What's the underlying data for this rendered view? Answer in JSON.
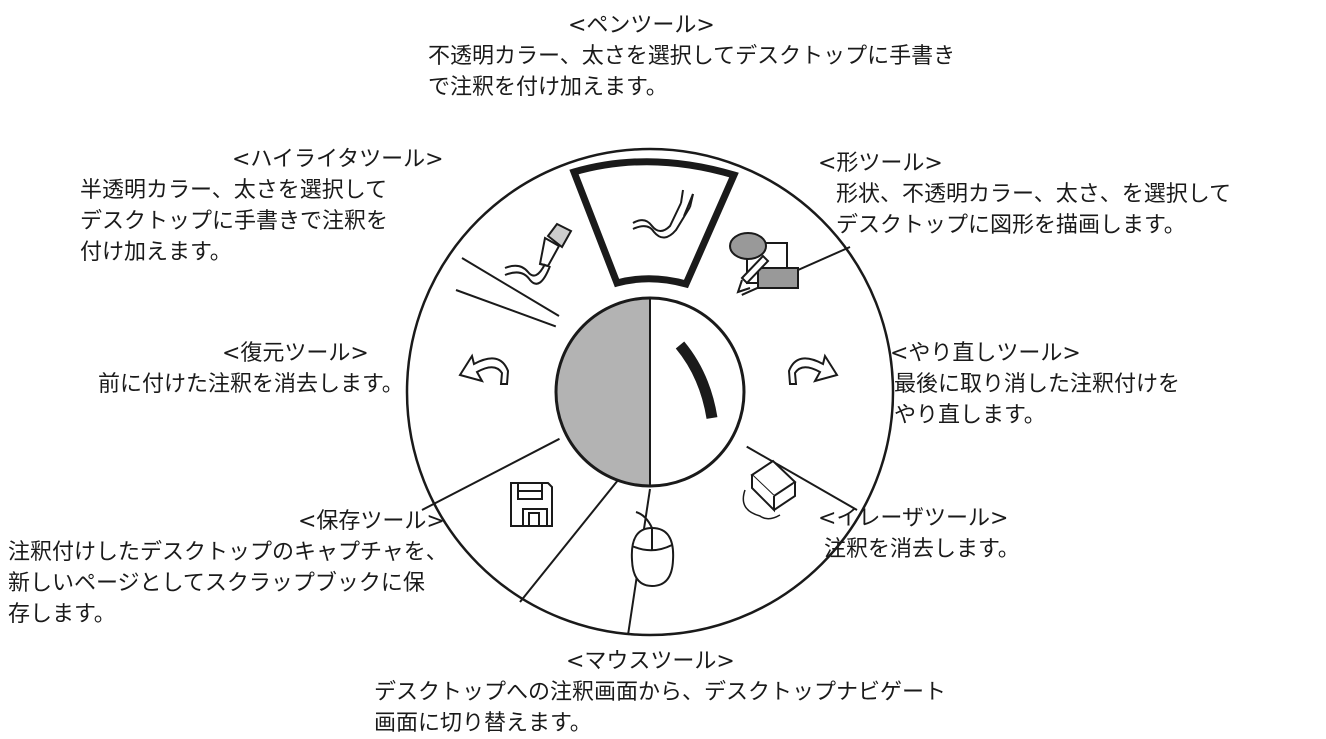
{
  "tools": {
    "pen": {
      "title": "<ペンツール>",
      "desc": [
        "不透明カラー、太さを選択してデスクトップに手書き",
        "で注釈を付け加えます。"
      ]
    },
    "highlighter": {
      "title": "<ハイライタツール>",
      "desc": [
        "半透明カラー、太さを選択して",
        "デスクトップに手書きで注釈を",
        "付け加えます。"
      ]
    },
    "shape": {
      "title": "<形ツール>",
      "desc": [
        "形状、不透明カラー、太さ、を選択して",
        "デスクトップに図形を描画します。"
      ]
    },
    "undo": {
      "title": "<復元ツール>",
      "desc": [
        "前に付けた注釈を消去します。"
      ]
    },
    "redo": {
      "title": "<やり直しツール>",
      "desc": [
        "最後に取り消した注釈付けを",
        "やり直します。"
      ]
    },
    "save": {
      "title": "<保存ツール>",
      "desc": [
        "注釈付けしたデスクトップのキャプチャを、",
        "新しいページとしてスクラップブックに保",
        "存します。"
      ]
    },
    "eraser": {
      "title": "<イレーザツール>",
      "desc": [
        "注釈を消去します。"
      ]
    },
    "mouse": {
      "title": "<マウスツール>",
      "desc": [
        "デスクトップへの注釈画面から、デスクトップナビゲート",
        "画面に切り替えます。"
      ]
    }
  },
  "colors": {
    "stroke": "#1a1a1a",
    "center_left_fill": "#b3b3b3",
    "highlighter_tip": "#cccccc",
    "shape_circle_fill": "#999999",
    "shape_rect_fill": "#999999"
  },
  "icons": {
    "pen": "pen-icon",
    "highlighter": "highlighter-icon",
    "shape": "shape-icon",
    "undo": "undo-arrow-icon",
    "redo": "redo-arrow-icon",
    "save": "floppy-disk-icon",
    "eraser": "eraser-icon",
    "mouse": "mouse-icon",
    "current_line": "line-thickness-indicator",
    "current_color": "color-indicator"
  }
}
